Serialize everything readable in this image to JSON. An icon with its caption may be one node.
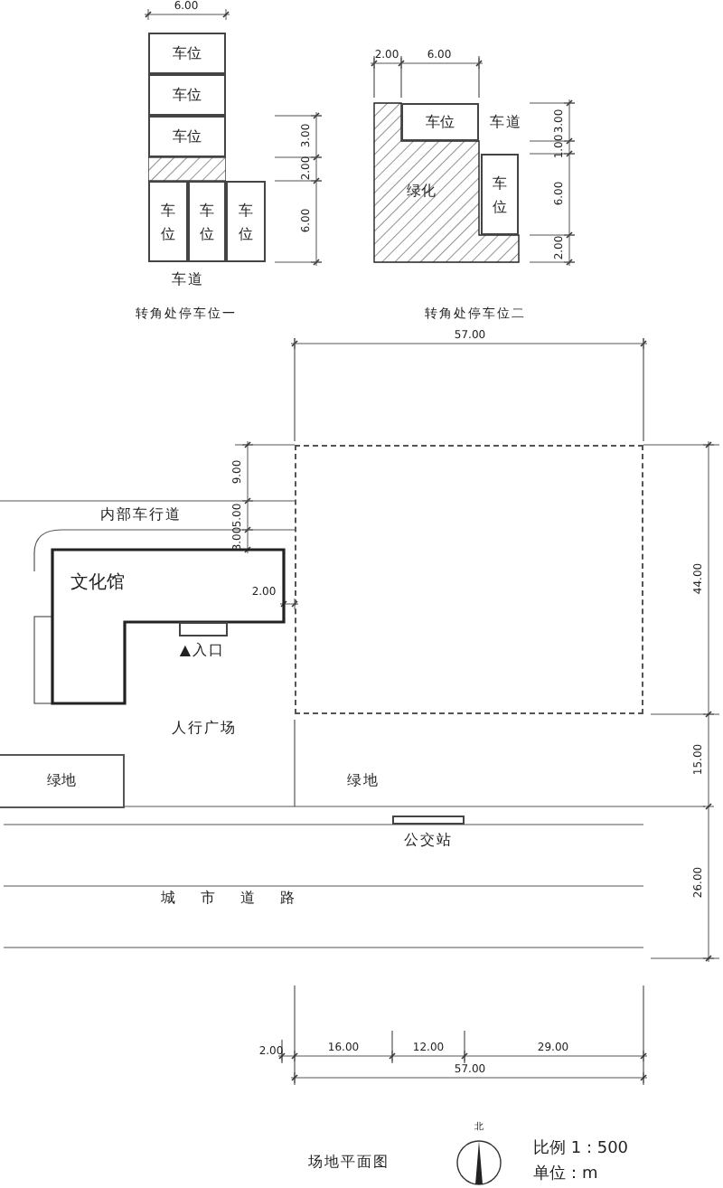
{
  "diagram": {
    "nodes": [
      {
        "text": [
          "车位"
        ]
      },
      {
        "text": [
          "车位"
        ]
      },
      {
        "text": [
          "车位"
        ]
      },
      {
        "text": [],
        "shape": "box"
      },
      {
        "text": [
          "车位"
        ]
      },
      {
        "text": [
          "车位"
        ]
      },
      {
        "text": [
          "车位"
        ]
      },
      {
        "text": [
          "绿化"
        ]
      },
      {
        "text": [
          "车位"
        ]
      },
      {
        "text": [
          "车位"
        ]
      },
      {
        "text": [],
        "shape": "box"
      },
      {
        "text": [
          "文化馆"
        ]
      },
      {
        "text": [],
        "shape": "box"
      },
      {
        "text": [
          "绿地"
        ]
      },
      {
        "text": [],
        "shape": "box",
        "beside": [
          "公交站"
        ]
      }
    ],
    "labels": [
      "6.00",
      "2.00",
      "6.00",
      "3.00",
      "车道",
      "3.00",
      "1.00",
      "2.00",
      "6.00",
      "6.00",
      "2.00",
      "车道",
      "转角处停车位一",
      "转角处停车位二",
      "57.00",
      "9.00",
      "内部车行道",
      "5.00",
      "3.00",
      "2.00",
      "▲入口",
      "44.00",
      "人行广场",
      "15.00",
      "绿地",
      "26.00",
      "城市道路",
      "2.00",
      "16.00",
      "12.00",
      "29.00",
      "57.00",
      "北",
      "场地平面图",
      "比例 1 : 500",
      "单位：m"
    ]
  }
}
